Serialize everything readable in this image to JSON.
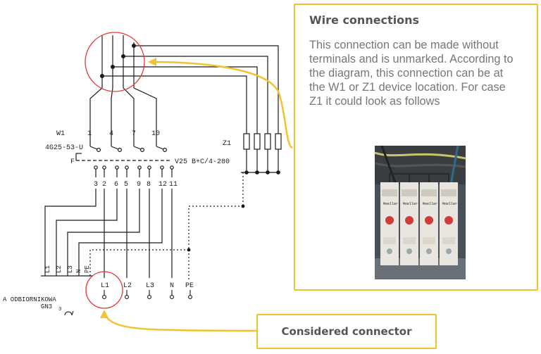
{
  "callout_wire": {
    "title": "Wire connections",
    "body": "This connection can be made without terminals and is unmarked. According to the diagram, this connection can be at the W1 or Z1 device location. For case Z1 it could look as follows"
  },
  "callout_connector": {
    "title": "Considered connector"
  },
  "schematic": {
    "w1_label": "W1",
    "w1_type": "4G25-53-U",
    "z1_label": "Z1",
    "v25_label": "V25 B+C/4-280",
    "f_label": "F",
    "top_numbers": [
      "1",
      "4",
      "7",
      "10"
    ],
    "bottom_numbers": [
      "3",
      "2",
      "6",
      "5",
      "9",
      "8",
      "12",
      "11"
    ],
    "left_terminals": [
      "L1",
      "L2",
      "L3",
      "N",
      "PE"
    ],
    "right_terminals": [
      "L1",
      "L2",
      "L3",
      "N",
      "PE"
    ],
    "receiver_label": "A ODBIORNIKOWA",
    "gn_label": "GN3",
    "gn_sub": "3"
  },
  "colors": {
    "accent_yellow": "#f2c230",
    "highlight_red": "#e03a3a",
    "wire_black": "#1a1a1a"
  },
  "photo": {
    "module_brand": [
      "Moeller",
      "Moeller",
      "Moeller",
      "Moeller"
    ]
  }
}
